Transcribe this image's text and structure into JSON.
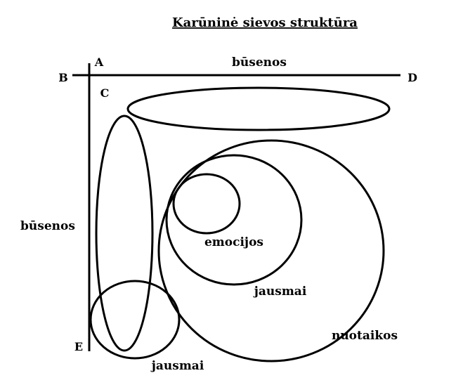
{
  "title": "Karūninė sievos struktūra",
  "points": {
    "a": "A",
    "b": "B",
    "c": "C",
    "d": "D",
    "e": "E"
  },
  "labels": {
    "top_axis": "būsenos",
    "left_axis": "būsenos",
    "emocijos": "emocijos",
    "jausmai_inner": "jausmai",
    "nuotaikos": "nuotaikos",
    "jausmai_bottom": "jausmai"
  }
}
